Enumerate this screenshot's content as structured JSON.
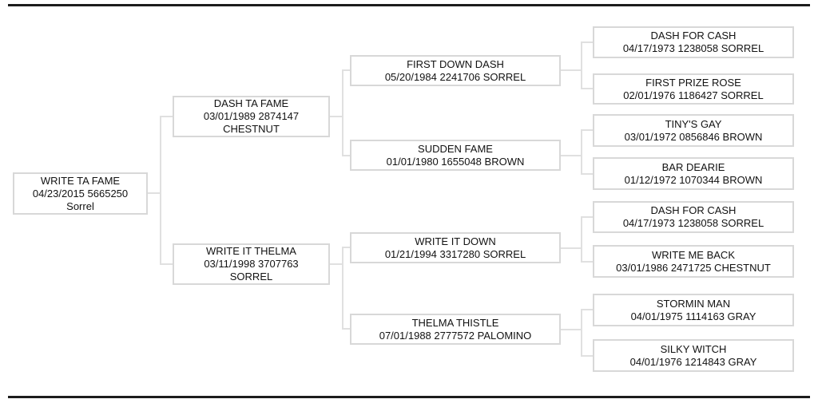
{
  "page": {
    "background_color": "#ffffff",
    "rule_color": "#1c1c1c",
    "box_border_color": "#d8d8d8",
    "connector_color": "#e0e0e0",
    "text_color": "#121212"
  },
  "pedigree": {
    "root": {
      "name": "WRITE TA FAME",
      "info": "04/23/2015 5665250",
      "coat": "Sorrel"
    },
    "sire": {
      "name": "DASH TA FAME",
      "info": "03/01/1989 2874147",
      "coat": "CHESTNUT"
    },
    "dam": {
      "name": "WRITE IT THELMA",
      "info": "03/11/1998 3707763",
      "coat": "SORREL"
    },
    "sire_sire": {
      "name": "FIRST DOWN DASH",
      "info": "05/20/1984 2241706 SORREL"
    },
    "sire_dam": {
      "name": "SUDDEN FAME",
      "info": "01/01/1980 1655048 BROWN"
    },
    "dam_sire": {
      "name": "WRITE IT DOWN",
      "info": "01/21/1994 3317280 SORREL"
    },
    "dam_dam": {
      "name": "THELMA THISTLE",
      "info": "07/01/1988 2777572 PALOMINO"
    },
    "sire_sire_sire": {
      "name": "DASH FOR CASH",
      "info": "04/17/1973 1238058 SORREL"
    },
    "sire_sire_dam": {
      "name": "FIRST PRIZE ROSE",
      "info": "02/01/1976 1186427 SORREL"
    },
    "sire_dam_sire": {
      "name": "TINY'S GAY",
      "info": "03/01/1972 0856846 BROWN"
    },
    "sire_dam_dam": {
      "name": "BAR DEARIE",
      "info": "01/12/1972 1070344 BROWN"
    },
    "dam_sire_sire": {
      "name": "DASH FOR CASH",
      "info": "04/17/1973 1238058 SORREL"
    },
    "dam_sire_dam": {
      "name": "WRITE ME BACK",
      "info": "03/01/1986 2471725 CHESTNUT"
    },
    "dam_dam_sire": {
      "name": "STORMIN MAN",
      "info": "04/01/1975 1114163 GRAY"
    },
    "dam_dam_dam": {
      "name": "SILKY WITCH",
      "info": "04/01/1976 1214843 GRAY"
    }
  }
}
